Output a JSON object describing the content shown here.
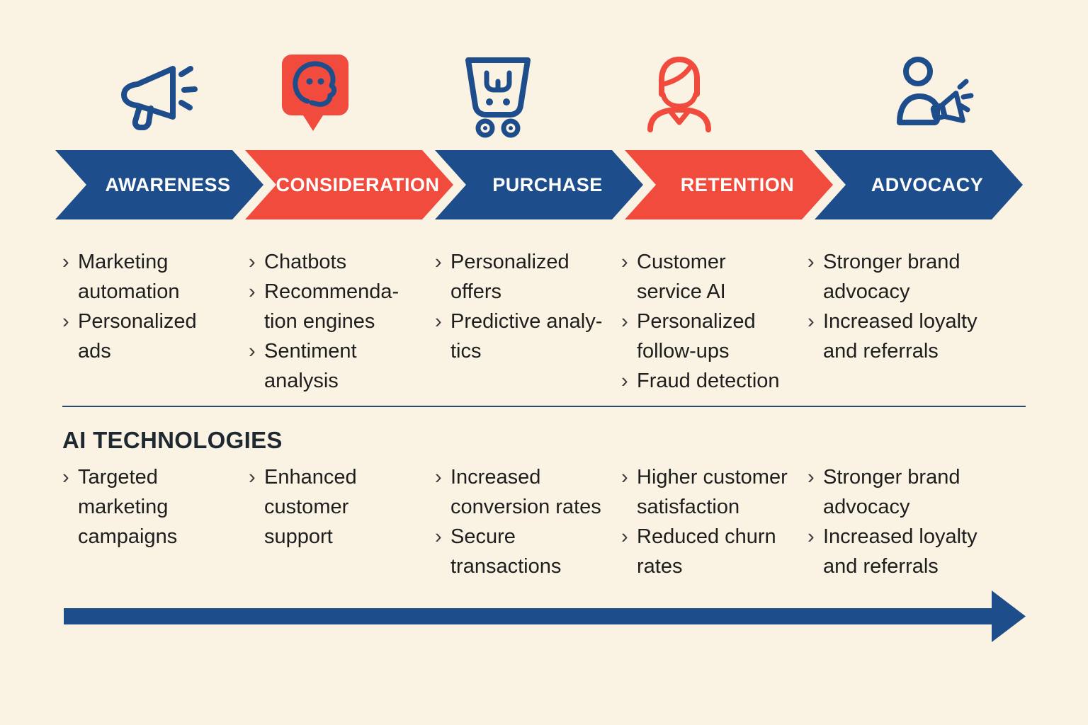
{
  "palette": {
    "background": "#faf3e3",
    "blue": "#1e4d8c",
    "red": "#f04b3c",
    "text": "#1e1e1e",
    "heading": "#1d2831",
    "label_text": "#ffffff"
  },
  "bullet_char": "›",
  "ai_technologies_heading": "AI TECHNOLOGIES",
  "stages": [
    {
      "label": "AWARENESS",
      "color": "#1e4d8c",
      "icon": "megaphone-icon",
      "items": [
        "Marketing automation",
        "Personalized ads"
      ],
      "tech_items": [
        "Targeted marketing campaigns"
      ]
    },
    {
      "label": "CONSIDERATION",
      "color": "#f04b3c",
      "icon": "chatbot-icon",
      "items": [
        "Chatbots",
        "Recommenda­tion engines",
        "Sentiment analysis"
      ],
      "tech_items": [
        "Enhanced customer support"
      ]
    },
    {
      "label": "PURCHASE",
      "color": "#1e4d8c",
      "icon": "shopping-cart-icon",
      "items": [
        "Personalized off­ers",
        "Predictive analy­tics"
      ],
      "tech_items": [
        "Increased conversion rates",
        "Secure transactions"
      ]
    },
    {
      "label": "RETENTION",
      "color": "#f04b3c",
      "icon": "customer-person-icon",
      "items": [
        "Customer service AI",
        "Personalized follow-ups",
        "Fraud detection"
      ],
      "tech_items": [
        "Higher customer satisfaction",
        "Reduced churn rates"
      ]
    },
    {
      "label": "ADVOCACY",
      "color": "#1e4d8c",
      "icon": "advocate-megaphone-icon",
      "items": [
        "Stronger brand advocacy",
        "Increased loyalty and referrals"
      ],
      "tech_items": [
        "Stronger brand advocacy",
        "Increased loyalty and referrals"
      ]
    }
  ]
}
